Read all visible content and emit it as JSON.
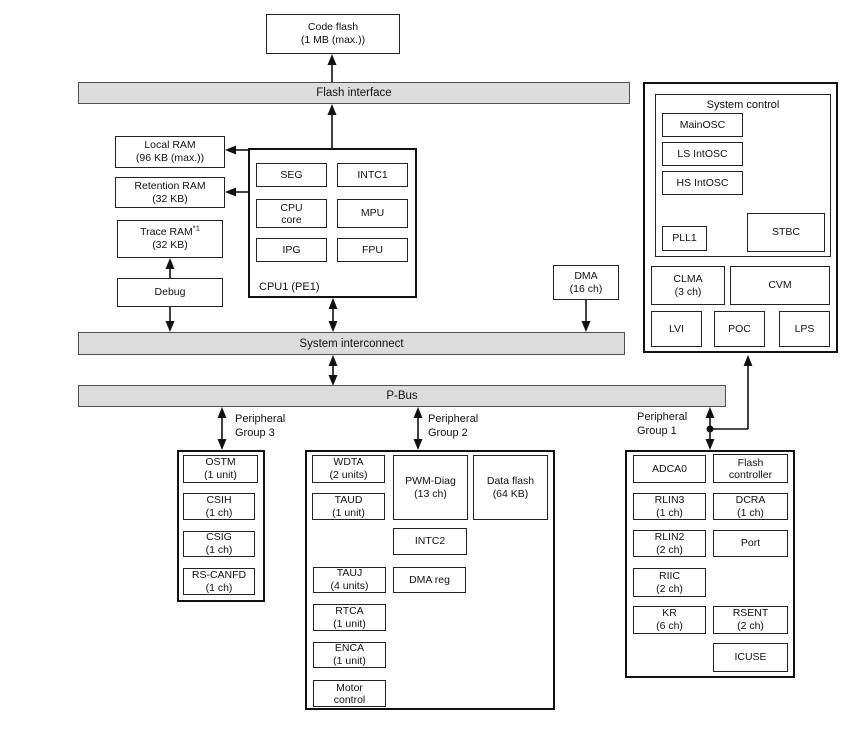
{
  "colors": {
    "background": "#ffffff",
    "bus_fill": "#dcdcdc",
    "bus_border": "#4f4f4f",
    "box_border": "#222222",
    "line": "#111111"
  },
  "buses": {
    "flash_interface": "Flash interface",
    "system_interconnect": "System interconnect",
    "p_bus": "P-Bus"
  },
  "nodes": {
    "code_flash": {
      "l1": "Code flash",
      "l2": "(1 MB (max.))"
    },
    "local_ram": {
      "l1": "Local RAM",
      "l2": "(96 KB (max.))"
    },
    "retention_ram": {
      "l1": "Retention RAM",
      "l2": "(32 KB)"
    },
    "trace_ram": {
      "l1": "Trace RAM",
      "sup": "*1",
      "l2": "(32 KB)"
    },
    "debug": {
      "l1": "Debug"
    },
    "cpu1_label": "CPU1 (PE1)",
    "seg": {
      "l1": "SEG"
    },
    "intc1": {
      "l1": "INTC1"
    },
    "cpu_core": {
      "l1": "CPU",
      "l2": "core"
    },
    "mpu": {
      "l1": "MPU"
    },
    "ipg": {
      "l1": "IPG"
    },
    "fpu": {
      "l1": "FPU"
    },
    "dma": {
      "l1": "DMA",
      "l2": "(16 ch)"
    },
    "system_control_title": "System control",
    "mainosc": {
      "l1": "MainOSC"
    },
    "ls_intosc": {
      "l1": "LS IntOSC"
    },
    "hs_intosc": {
      "l1": "HS IntOSC"
    },
    "pll1": {
      "l1": "PLL1"
    },
    "stbc": {
      "l1": "STBC"
    },
    "clma": {
      "l1": "CLMA",
      "l2": "(3 ch)"
    },
    "cvm": {
      "l1": "CVM"
    },
    "lvi": {
      "l1": "LVI"
    },
    "poc": {
      "l1": "POC"
    },
    "lps": {
      "l1": "LPS"
    },
    "ostm": {
      "l1": "OSTM",
      "l2": "(1 unit)"
    },
    "csih": {
      "l1": "CSIH",
      "l2": "(1 ch)"
    },
    "csig": {
      "l1": "CSIG",
      "l2": "(1 ch)"
    },
    "rs_canfd": {
      "l1": "RS-CANFD",
      "l2": "(1 ch)"
    },
    "wdta": {
      "l1": "WDTA",
      "l2": "(2 units)"
    },
    "taud": {
      "l1": "TAUD",
      "l2": "(1 unit)"
    },
    "pwm_diag": {
      "l1": "PWM-Diag",
      "l2": "(13 ch)"
    },
    "data_flash": {
      "l1": "Data flash",
      "l2": "(64 KB)"
    },
    "intc2": {
      "l1": "INTC2"
    },
    "tauj": {
      "l1": "TAUJ",
      "l2": "(4 units)"
    },
    "dma_reg": {
      "l1": "DMA reg"
    },
    "rtca": {
      "l1": "RTCA",
      "l2": "(1 unit)"
    },
    "enca": {
      "l1": "ENCA",
      "l2": "(1 unit)"
    },
    "motor_control": {
      "l1": "Motor",
      "l2": "control"
    },
    "adca0": {
      "l1": "ADCA0"
    },
    "flash_controller": {
      "l1": "Flash",
      "l2": "controller"
    },
    "rlin3": {
      "l1": "RLIN3",
      "l2": "(1 ch)"
    },
    "dcra": {
      "l1": "DCRA",
      "l2": "(1 ch)"
    },
    "rlin2": {
      "l1": "RLIN2",
      "l2": "(2 ch)"
    },
    "port": {
      "l1": "Port"
    },
    "riic": {
      "l1": "RIIC",
      "l2": "(2 ch)"
    },
    "kr": {
      "l1": "KR",
      "l2": "(6 ch)"
    },
    "rsent": {
      "l1": "RSENT",
      "l2": "(2 ch)"
    },
    "icuse": {
      "l1": "ICUSE"
    }
  },
  "group_labels": {
    "g3": {
      "l1": "Peripheral",
      "l2": "Group 3"
    },
    "g2": {
      "l1": "Peripheral",
      "l2": "Group 2"
    },
    "g1": {
      "l1": "Peripheral",
      "l2": "Group 1"
    }
  }
}
